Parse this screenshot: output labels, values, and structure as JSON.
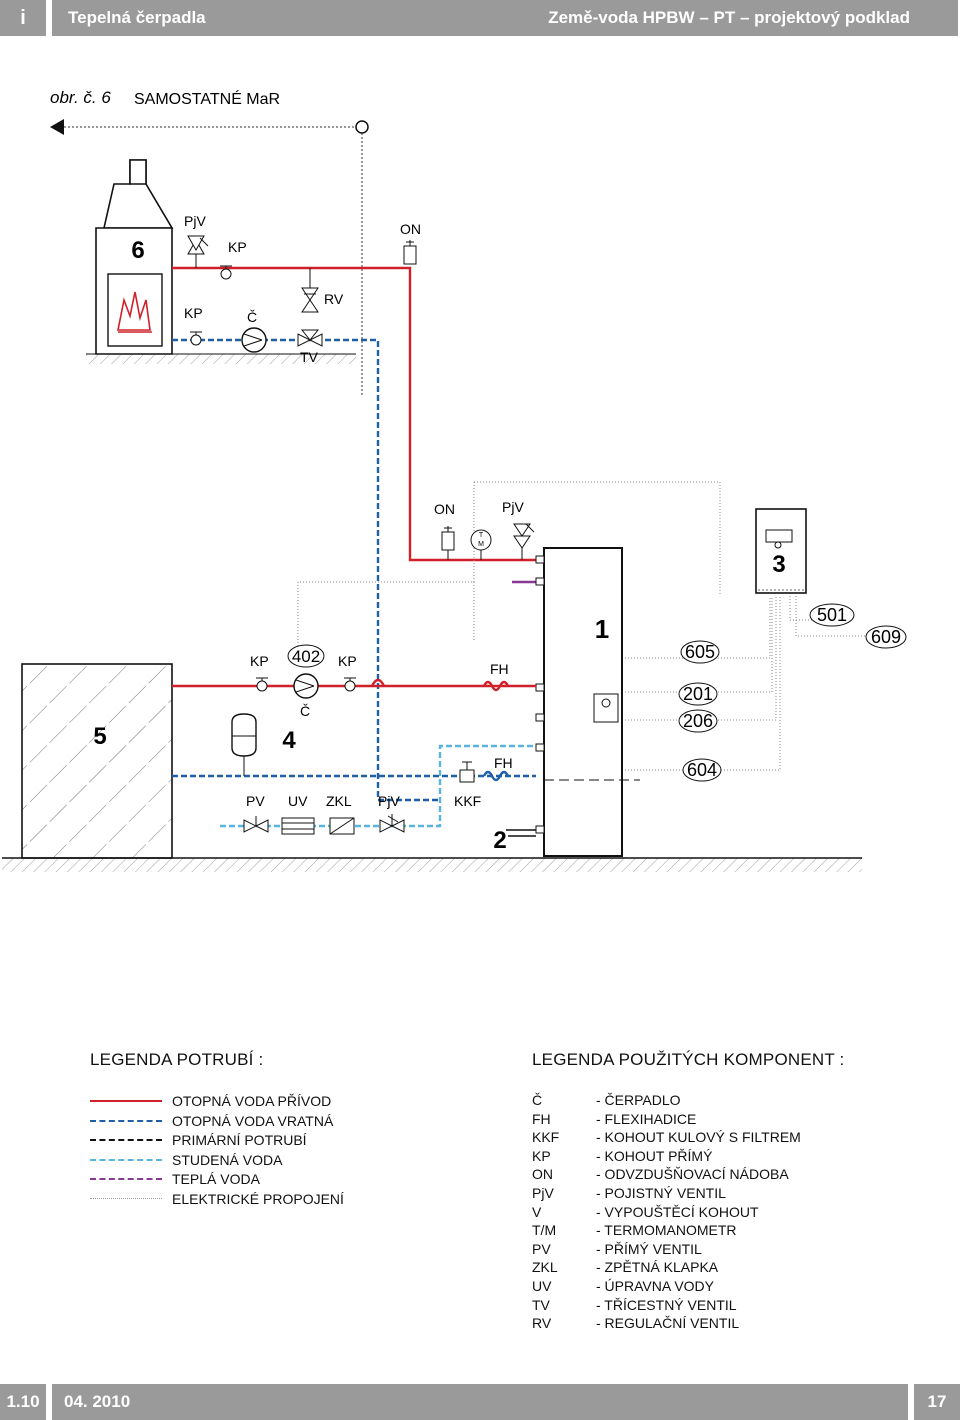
{
  "header": {
    "icon_letter": "i",
    "section": "Tepelná čerpadla",
    "subtitle": "Země-voda HPBW – PT – projektový podklad"
  },
  "figure": {
    "number": "obr. č. 6",
    "title": "SAMOSTATNÉ MaR"
  },
  "diagram_labels": {
    "fireplace": "6",
    "fp_pjv": "PjV",
    "fp_kp1": "KP",
    "fp_on": "ON",
    "fp_kp2": "KP",
    "fp_c": "Č",
    "fp_rv": "RV",
    "fp_tv": "TV",
    "top_on": "ON",
    "top_pjv": "PjV",
    "tm_t": "T",
    "tm_m": "M",
    "tank": "1",
    "controller": "3",
    "n501": "501",
    "n609": "609",
    "n605": "605",
    "n201": "201",
    "n206": "206",
    "n604": "604",
    "fh_top": "FH",
    "fh_bot": "FH",
    "kkf": "KKF",
    "n2": "2",
    "kp_a": "KP",
    "kp_b": "KP",
    "n402": "402",
    "c_pump": "Č",
    "exp4": "4",
    "source5": "5",
    "pv": "PV",
    "uv": "UV",
    "zkl": "ZKL",
    "pjv_cold": "PjV"
  },
  "pipe_legend": {
    "title": "LEGENDA POTRUBÍ :",
    "items": [
      {
        "label": "OTOPNÁ VODA PŘÍVOD",
        "color": "#d0202a",
        "style": "solid"
      },
      {
        "label": "OTOPNÁ VODA VRATNÁ",
        "color": "#1f5fa6",
        "style": "dashed"
      },
      {
        "label": "PRIMÁRNÍ POTRUBÍ",
        "color": "#111111",
        "style": "dashed"
      },
      {
        "label": "STUDENÁ VODA",
        "color": "#5ab4e0",
        "style": "dashed"
      },
      {
        "label": "TEPLÁ VODA",
        "color": "#8a3a96",
        "style": "dashed"
      },
      {
        "label": "ELEKTRICKÉ PROPOJENÍ",
        "color": "#9a9a9a",
        "style": "dotted"
      }
    ]
  },
  "component_legend": {
    "title": "LEGENDA POUŽITÝCH KOMPONENT :",
    "items": [
      {
        "abbr": "Č",
        "desc": "- ČERPADLO"
      },
      {
        "abbr": "FH",
        "desc": "- FLEXIHADICE"
      },
      {
        "abbr": "KKF",
        "desc": "- KOHOUT KULOVÝ S FILTREM"
      },
      {
        "abbr": "KP",
        "desc": "- KOHOUT PŘÍMÝ"
      },
      {
        "abbr": "ON",
        "desc": "- ODVZDUŠŇOVACÍ NÁDOBA"
      },
      {
        "abbr": "PjV",
        "desc": "- POJISTNÝ VENTIL"
      },
      {
        "abbr": "V",
        "desc": "- VYPOUŠTĚCÍ KOHOUT"
      },
      {
        "abbr": "T/M",
        "desc": "- TERMOMANOMETR"
      },
      {
        "abbr": "PV",
        "desc": "- PŘÍMÝ VENTIL"
      },
      {
        "abbr": "ZKL",
        "desc": "- ZPĚTNÁ KLAPKA"
      },
      {
        "abbr": "UV",
        "desc": "- ÚPRAVNA VODY"
      },
      {
        "abbr": "TV",
        "desc": "- TŘÍCESTNÝ VENTIL"
      },
      {
        "abbr": "RV",
        "desc": "- REGULAČNÍ VENTIL"
      }
    ]
  },
  "footer": {
    "section_no": "1.10",
    "date": "04. 2010",
    "page": "17"
  },
  "colors": {
    "header_gray": "#9a9a9a",
    "supply_red": "#d0202a",
    "return_blue": "#1f5fa6",
    "cold_blue": "#5ab4e0",
    "hot_purple": "#8a3a96",
    "electric_gray": "#9a9a9a"
  }
}
